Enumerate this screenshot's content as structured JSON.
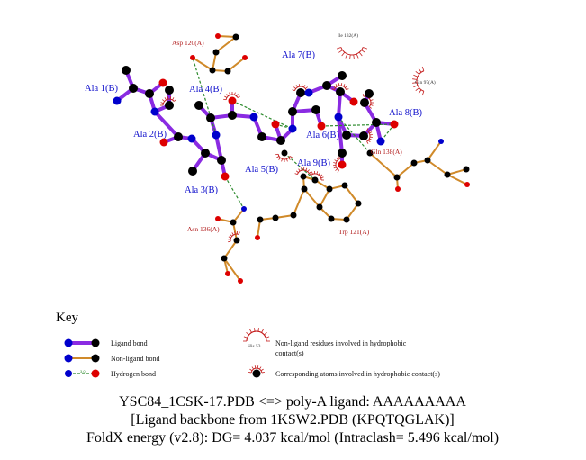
{
  "diagram": {
    "ligand_labels": [
      "Ala 1(B)",
      "Ala 2(B)",
      "Ala 3(B)",
      "Ala 4(B)",
      "Ala 5(B)",
      "Ala 6(B)",
      "Ala 7(B)",
      "Ala 8(B)",
      "Ala 9(B)"
    ],
    "residue_labels": [
      "Asp 120(A)",
      "Asn 136(A)",
      "Trp 121(A)",
      "Gln 138(A)"
    ],
    "hydrophobic_labels": [
      "Ile 132(A)",
      "Gln 97(A)"
    ],
    "colors": {
      "ligand_bond": "#8a2be2",
      "non_ligand_bond": "#d08a2a",
      "hbond": "#2e8b2e",
      "carbon": "#000000",
      "oxygen": "#dd0000",
      "nitrogen": "#0000cc",
      "hydrophobic_arc": "#c41e1e"
    }
  },
  "key": {
    "title": "Key",
    "ligand_bond": "Ligand bond",
    "non_ligand_bond": "Non-ligand bond",
    "hydrogen_bond": "Hydrogen bond",
    "hbond_distance_sample": "3.0",
    "hydrophobic_residue_sample": "His 53",
    "hydrophobic_residue_line1": "Non-ligand residues involved in hydrophobic",
    "hydrophobic_residue_line2": "contact(s)",
    "hydrophobic_atom": "Corresponding atoms involved in hydrophobic contact(s)"
  },
  "caption": {
    "line1": "YSC84_1CSK-17.PDB <=> poly-A ligand: AAAAAAAAA",
    "line2": "[Ligand backbone from 1KSW2.PDB (KPQTQGLAK)]",
    "line3": "FoldX energy (v2.8): DG= 4.037 kcal/mol (Intraclash= 5.496 kcal/mol)"
  }
}
